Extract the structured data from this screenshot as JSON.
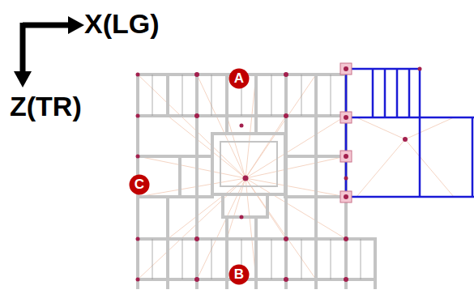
{
  "diagram": {
    "nodes": [
      {
        "text": [
          "A"
        ]
      },
      {
        "text": [
          "C"
        ]
      },
      {
        "text": [
          "B"
        ]
      }
    ],
    "labels": [
      "X(LG)",
      "Z(TR)"
    ]
  }
}
